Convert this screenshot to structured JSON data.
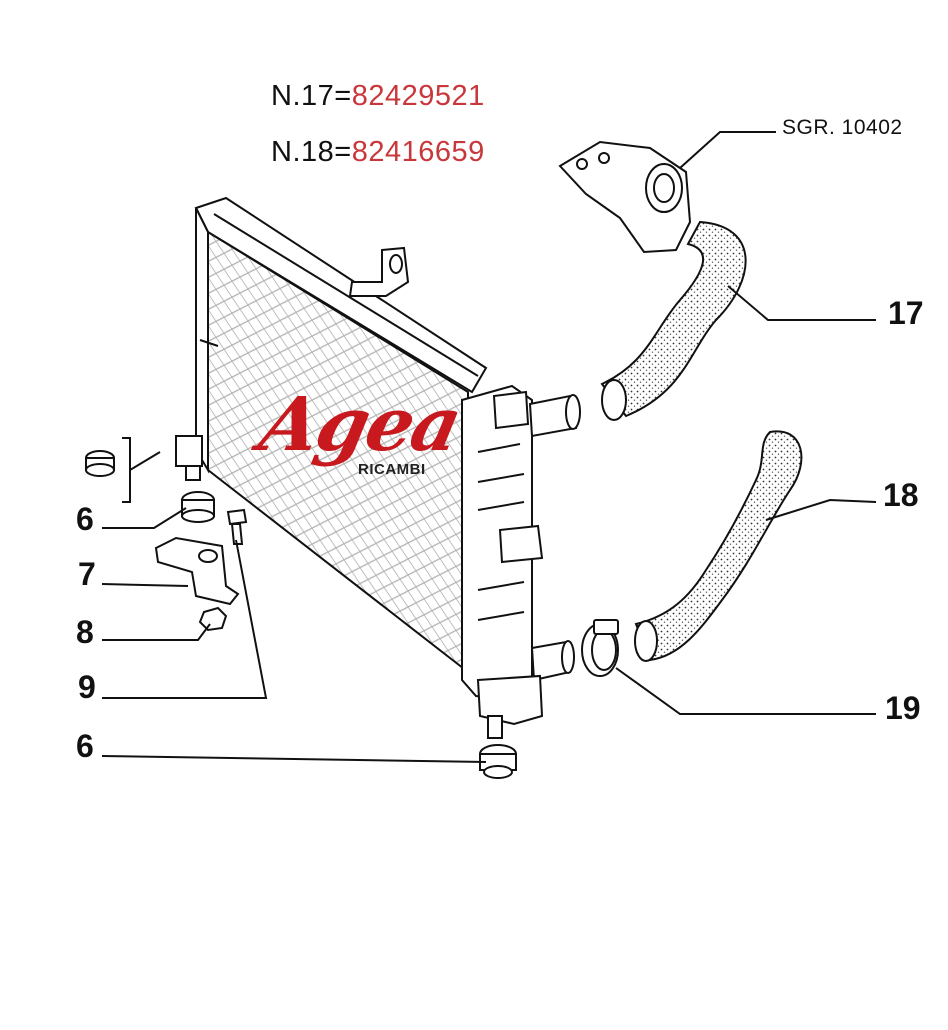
{
  "header": {
    "line1": {
      "prefix": "N.17=",
      "code": "82429521"
    },
    "line2": {
      "prefix": "N.18=",
      "code": "82416659"
    }
  },
  "reference": "SGR. 10402",
  "callouts": {
    "p17": "17",
    "p18": "18",
    "p19": "19",
    "p6a": "6",
    "p7": "7",
    "p8": "8",
    "p9": "9",
    "p6b": "6"
  },
  "logo": {
    "name": "Agea",
    "subtitle": "RICAMBI",
    "color": "#c8191e"
  },
  "colors": {
    "code_red": "#c8373b",
    "line": "#111111"
  }
}
